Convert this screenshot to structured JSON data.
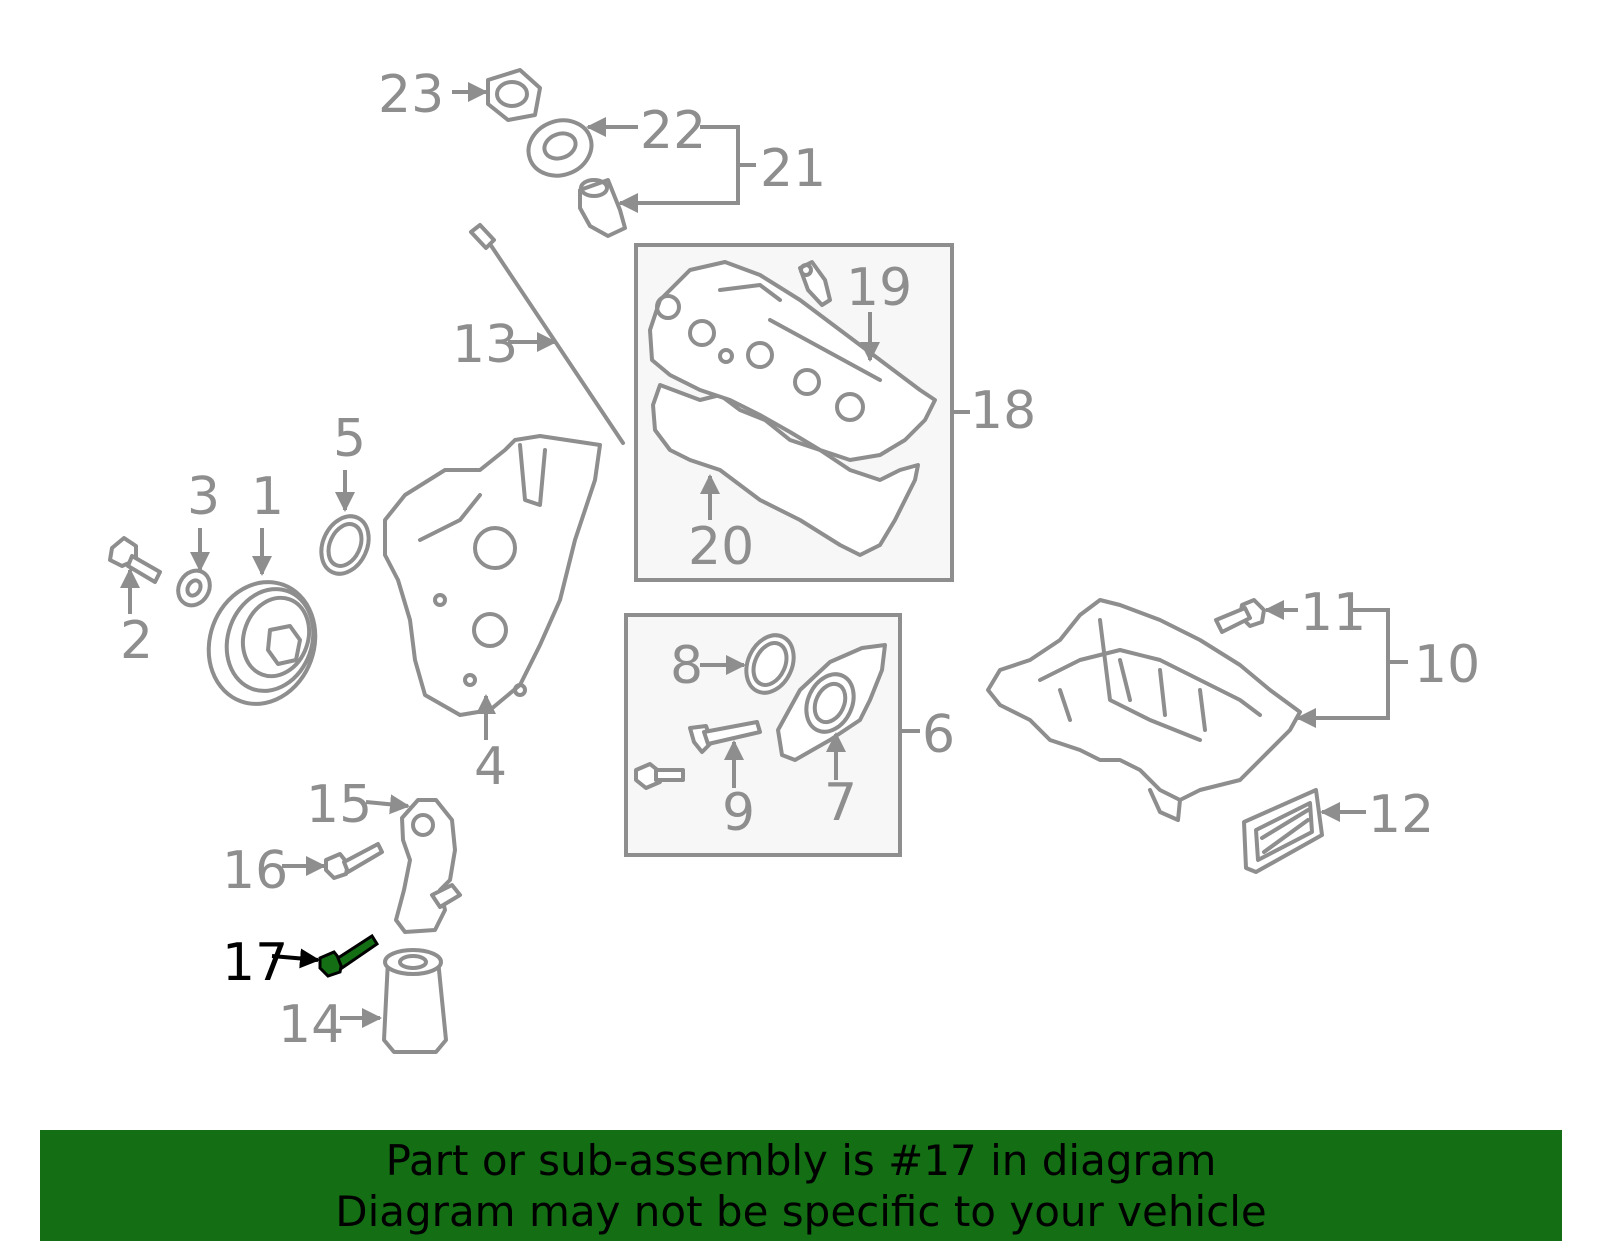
{
  "diagram": {
    "labels": {
      "p1": "1",
      "p2": "2",
      "p3": "3",
      "p4": "4",
      "p5": "5",
      "p6": "6",
      "p7": "7",
      "p8": "8",
      "p9": "9",
      "p10": "10",
      "p11": "11",
      "p12": "12",
      "p13": "13",
      "p14": "14",
      "p15": "15",
      "p16": "16",
      "p17": "17",
      "p18": "18",
      "p19": "19",
      "p20": "20",
      "p21": "21",
      "p22": "22",
      "p23": "23"
    },
    "highlighted_part": "17",
    "colors": {
      "part_stroke": "#8e8e8e",
      "highlight": "#136e14",
      "banner_bg": "#136e14",
      "label_highlight": "#000000"
    }
  },
  "banner": {
    "line1": "Part or sub-assembly is #17 in diagram",
    "line2": "Diagram may not be specific to your vehicle"
  }
}
